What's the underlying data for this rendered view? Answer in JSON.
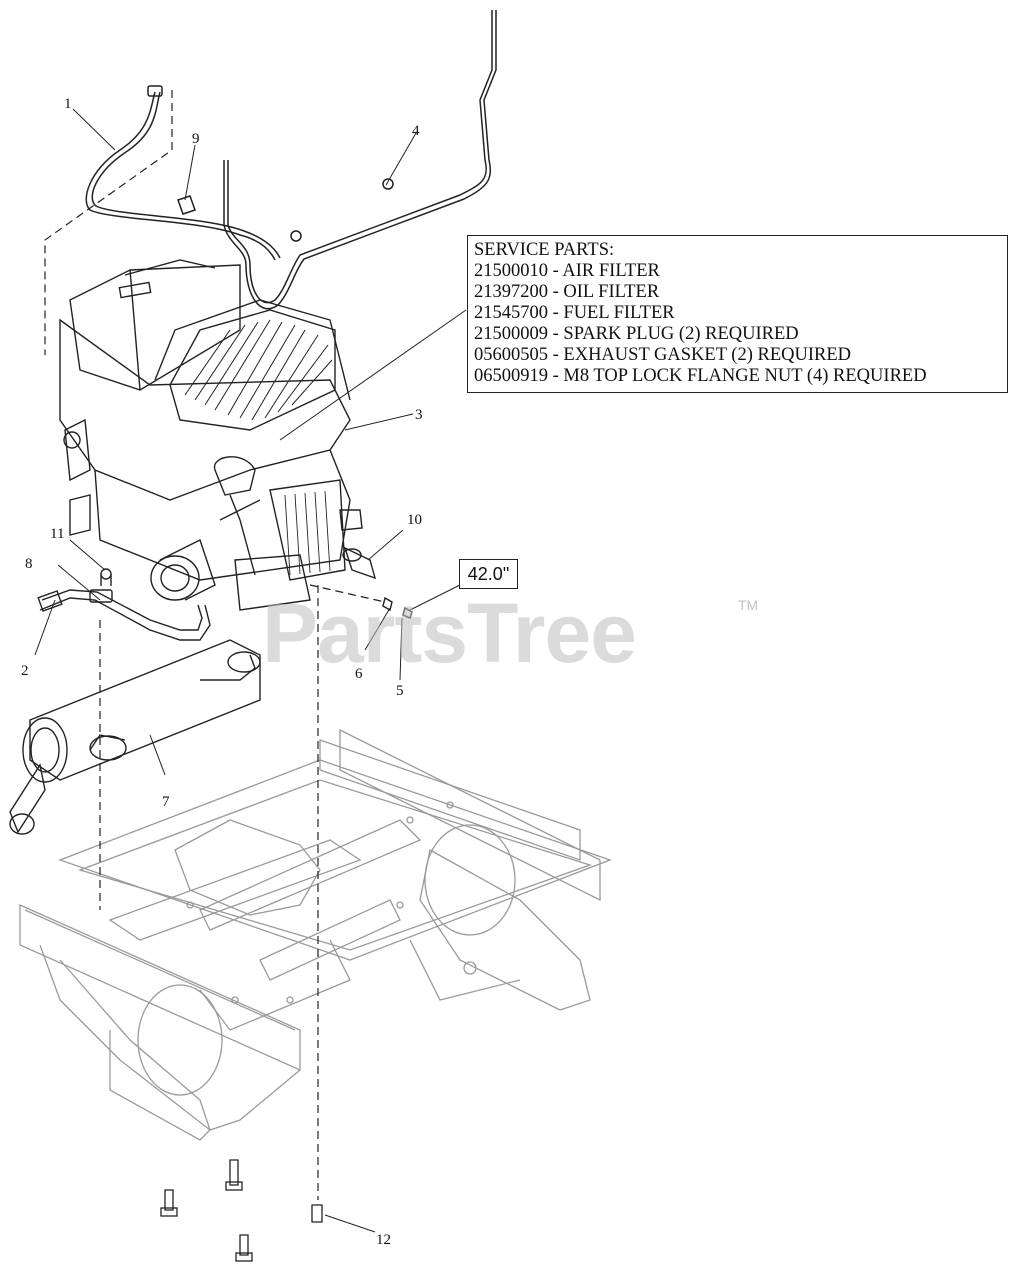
{
  "service_parts": {
    "title": "SERVICE PARTS:",
    "items": [
      "21500010 - AIR FILTER",
      "21397200 - OIL FILTER",
      "21545700 - FUEL FILTER",
      "21500009 - SPARK PLUG (2) REQUIRED",
      "05600505 - EXHAUST GASKET (2) REQUIRED",
      "06500919 - M8 TOP LOCK FLANGE NUT (4) REQUIRED"
    ]
  },
  "dimension_label": "42.0\"",
  "watermark": {
    "text": "PartsTree",
    "tm": "TM"
  },
  "callouts": [
    "1",
    "2",
    "3",
    "4",
    "5",
    "6",
    "7",
    "8",
    "9",
    "10",
    "11",
    "12"
  ],
  "colors": {
    "line": "#222222",
    "frame_line": "#9a9a9a",
    "watermark": "#bebebe"
  }
}
